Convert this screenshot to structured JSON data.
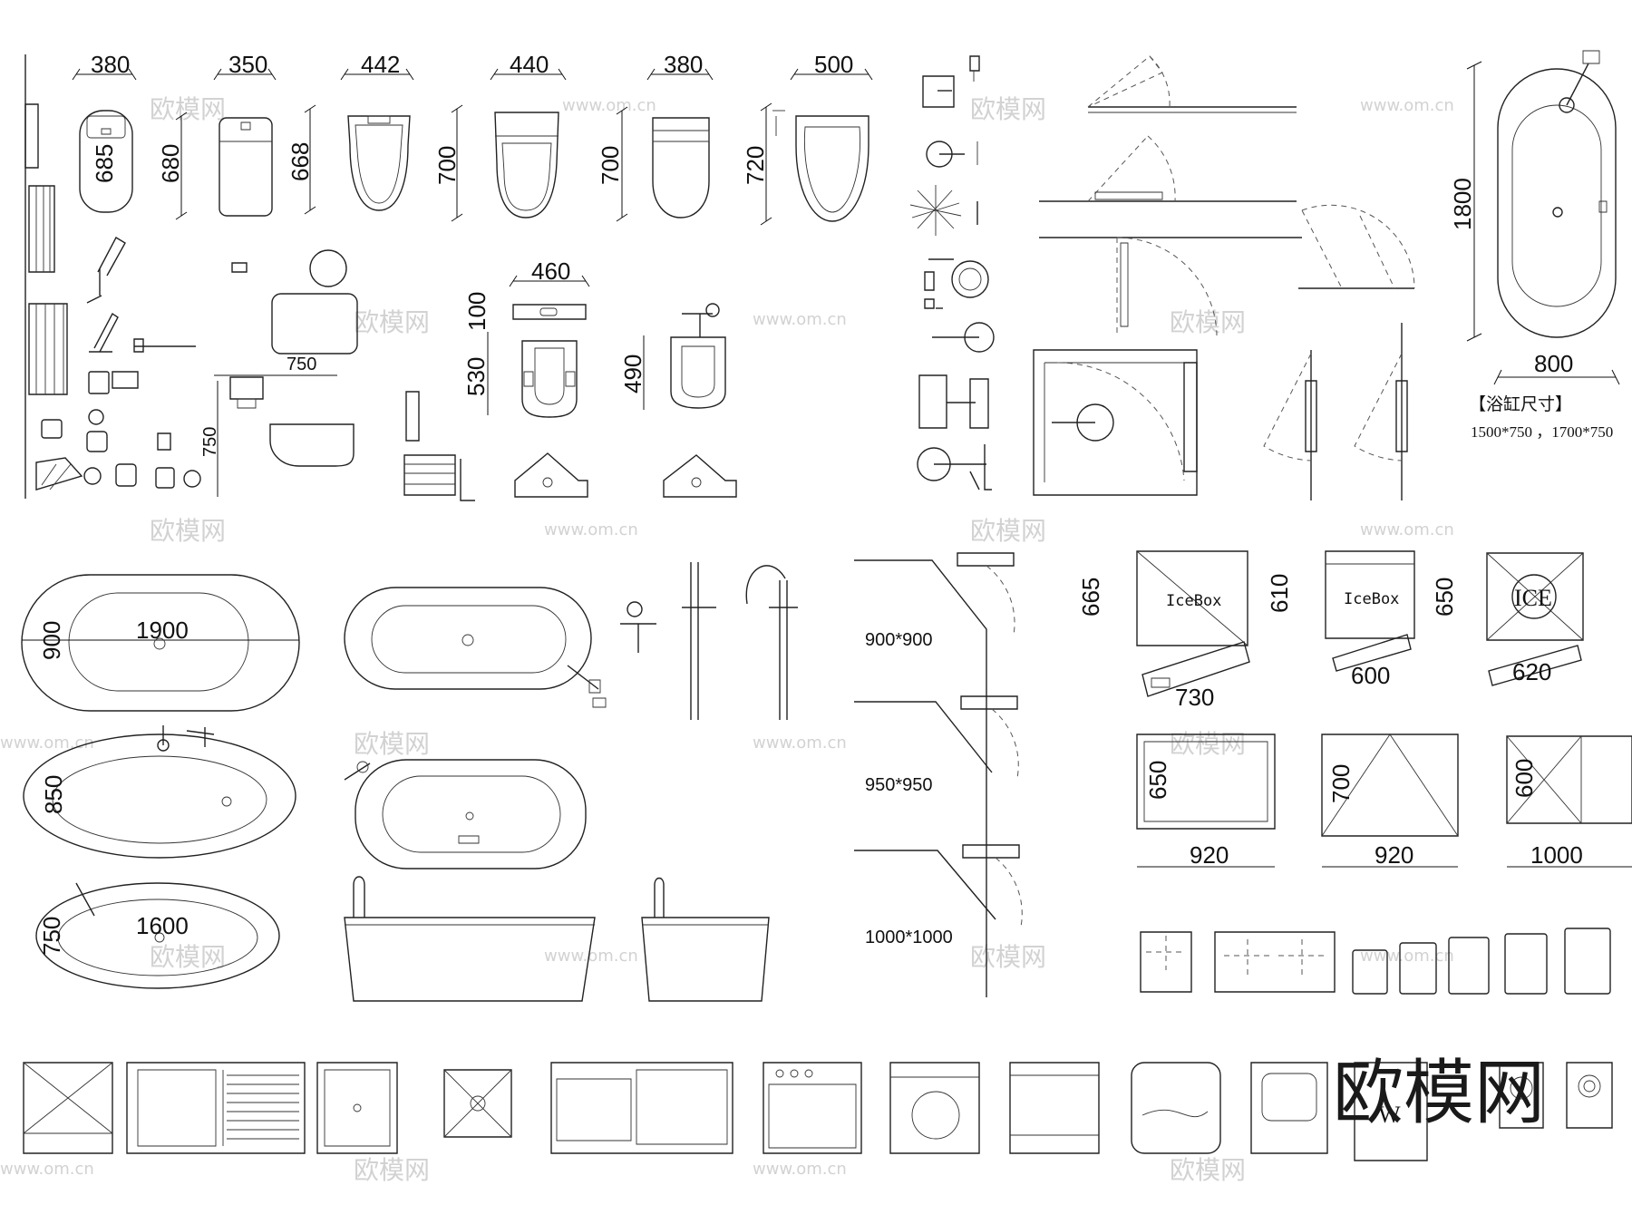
{
  "watermark": {
    "brand": "欧模网",
    "url": "www.om.cn"
  },
  "toilets": {
    "widths": [
      "380",
      "350",
      "442",
      "440",
      "380",
      "500"
    ],
    "depths": [
      "685",
      "680",
      "668",
      "700",
      "700",
      "720"
    ]
  },
  "wall_hung": {
    "width": "750",
    "height": "750"
  },
  "squat": {
    "width": "460",
    "thickness": "100",
    "depth1": "530",
    "depth2": "490"
  },
  "bathtub_main": {
    "height": "1800",
    "width": "800",
    "caption": "【浴缸尺寸】",
    "sizes": "1500*750 ，1700*750"
  },
  "oval_tubs": {
    "tub1_len": "1900",
    "tub1_w": "900",
    "tub2_w": "850",
    "tub3_len": "1600",
    "tub3_w": "750"
  },
  "shower_sizes": [
    "900*900",
    "950*950",
    "1000*1000"
  ],
  "fridges": {
    "f1_label": "IceBox",
    "f1_h": "665",
    "f1_w": "730",
    "f2_label": "IceBox",
    "f2_h": "610",
    "f2_w": "600",
    "f3_label": "ICE",
    "f3_h": "650",
    "f3_w": "620"
  },
  "cabinets": {
    "c1_h": "650",
    "c1_w": "920",
    "c2_h": "700",
    "c2_w": "920",
    "c3_h": "600",
    "c3_w": "1000"
  },
  "bottom": {
    "washer_mark": "W"
  }
}
